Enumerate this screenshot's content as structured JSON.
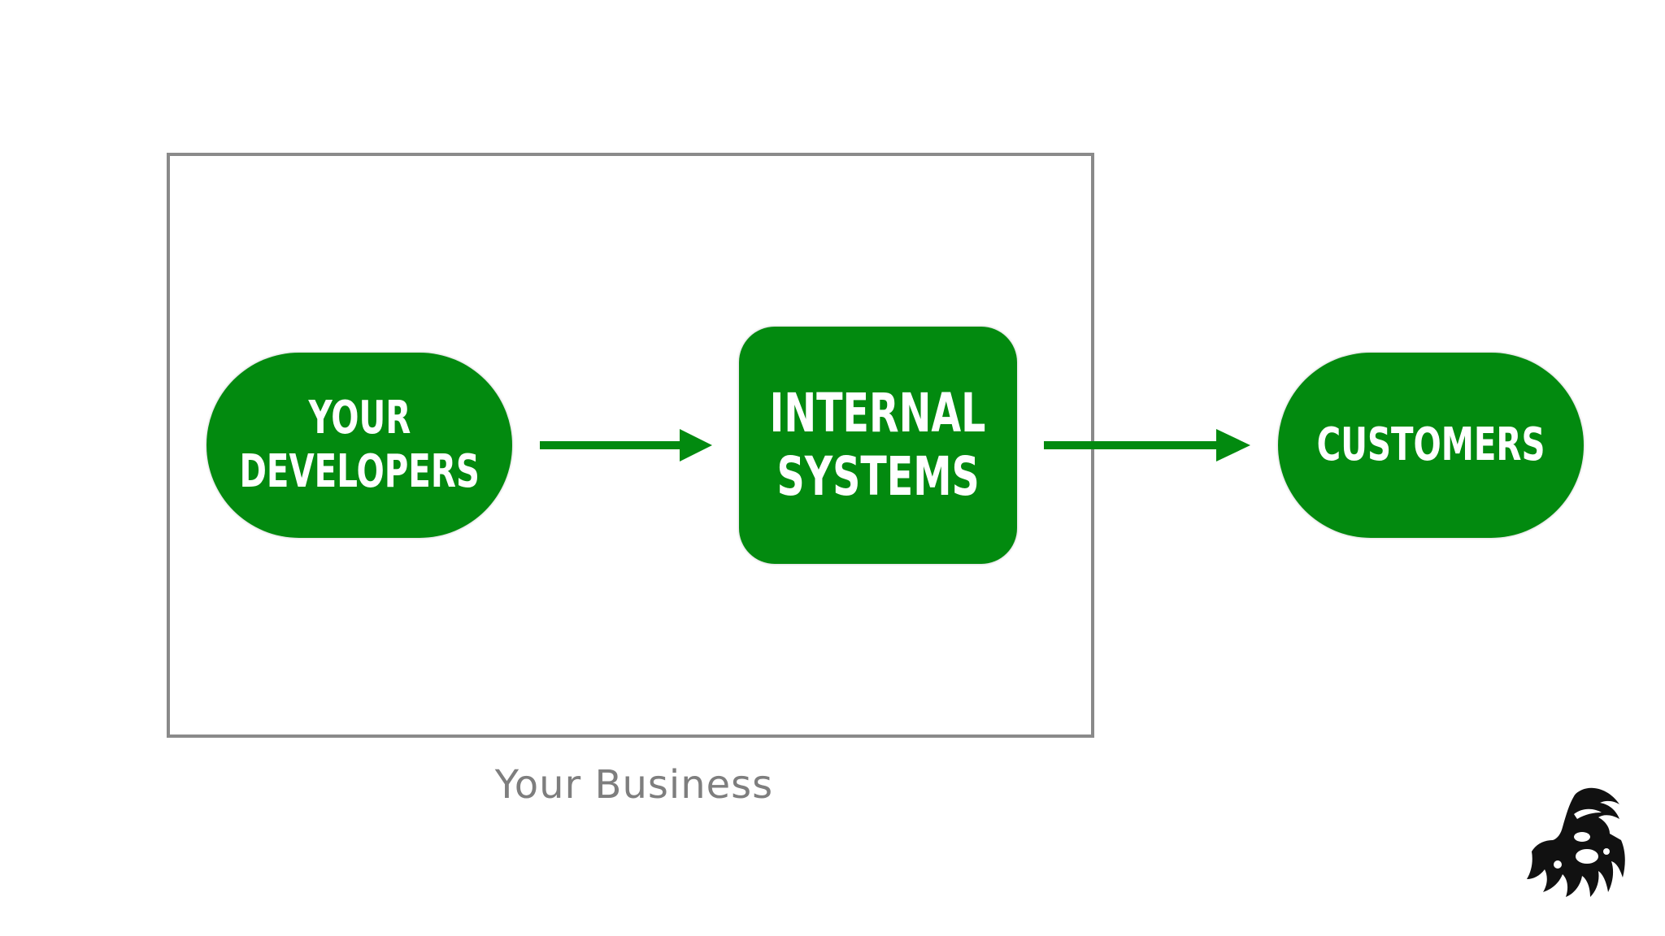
{
  "diagram": {
    "boundary_label": "Your Business",
    "nodes": [
      {
        "id": "developers",
        "lines": [
          "YOUR",
          "DEVELOPERS"
        ],
        "inside_boundary": true
      },
      {
        "id": "internal-systems",
        "lines": [
          "INTERNAL",
          "SYSTEMS"
        ],
        "inside_boundary": true
      },
      {
        "id": "customers",
        "lines": [
          "CUSTOMERS"
        ],
        "inside_boundary": false
      }
    ],
    "edges": [
      {
        "from": "developers",
        "to": "internal-systems"
      },
      {
        "from": "internal-systems",
        "to": "customers"
      }
    ]
  },
  "colors": {
    "node_fill": "#028a0f",
    "node_text": "#ffffff",
    "arrow": "#028a0f",
    "boundary": "#8a8a8a",
    "label_text": "#7e7e7e",
    "logo": "#111111"
  },
  "logo": {
    "icon": "monster-claw-logo"
  }
}
